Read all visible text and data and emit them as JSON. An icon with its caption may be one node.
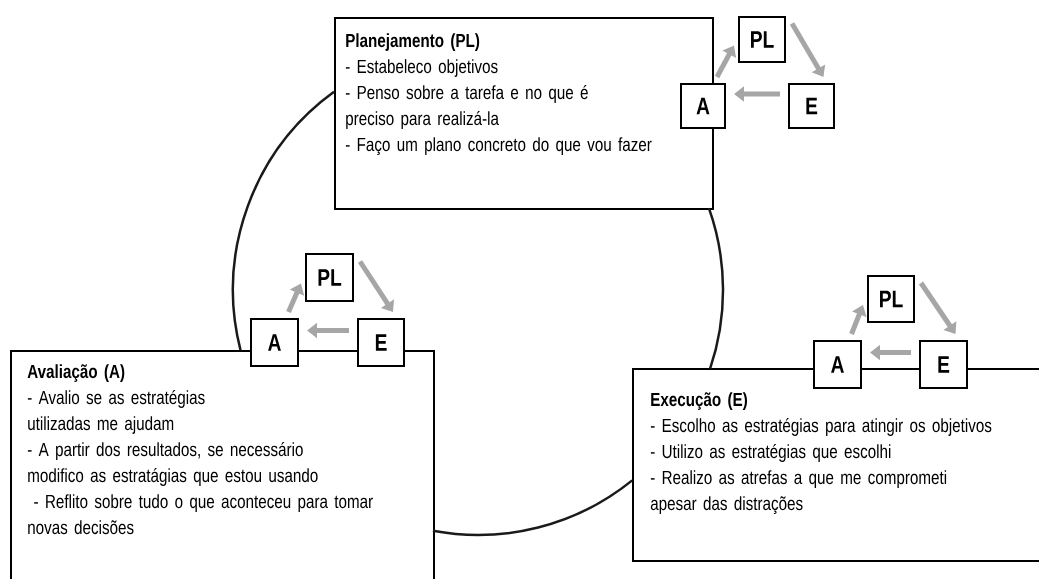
{
  "diagram": {
    "nodes": [
      {
        "text": [
          "Planejamento (PL)",
          "- Estabeleco objetivos",
          "- Penso sobre a tarefa e no que é preciso para realizá-la",
          "- Faço um plano concreto do que vou fazer"
        ]
      },
      {
        "text": [
          "PL"
        ]
      },
      {
        "text": [
          "A"
        ]
      },
      {
        "text": [
          "E"
        ]
      },
      {
        "text": [
          "Avaliação (A)",
          "- Avalio se as estratégias utilizadas me ajudam",
          "- A partir dos resultados, se necessário modifico as estratágias que estou usando",
          " - Reflito sobre tudo o que aconteceu para tomar novas decisões"
        ]
      },
      {
        "text": [
          "PL"
        ]
      },
      {
        "text": [
          "A"
        ]
      },
      {
        "text": [
          "E"
        ]
      },
      {
        "text": [
          "Execução (E)",
          "- Escolho as estratégias para atingir os objetivos",
          "- Utilizo as estratégias que escolhi",
          "- Realizo as atrefas a que me comprometi apesar das distrações"
        ]
      },
      {
        "text": [
          "PL"
        ]
      },
      {
        "text": [
          "A"
        ]
      },
      {
        "text": [
          "E"
        ]
      }
    ],
    "edges": [
      {
        "from": 0,
        "to": 4,
        "arrow": "none",
        "color": "#1a1a1a"
      },
      {
        "from": 4,
        "to": 8,
        "arrow": "none",
        "color": "#1a1a1a"
      },
      {
        "from": 0,
        "to": 8,
        "arrow": "none",
        "color": "#1a1a1a"
      },
      {
        "from": 2,
        "to": 1,
        "arrow": "to",
        "color": "#a6a6a6"
      },
      {
        "from": 1,
        "to": 3,
        "arrow": "to",
        "color": "#a6a6a6"
      },
      {
        "from": 3,
        "to": 2,
        "arrow": "to",
        "color": "#a6a6a6"
      },
      {
        "from": 6,
        "to": 5,
        "arrow": "to",
        "color": "#a6a6a6"
      },
      {
        "from": 5,
        "to": 7,
        "arrow": "to",
        "color": "#a6a6a6"
      },
      {
        "from": 7,
        "to": 6,
        "arrow": "to",
        "color": "#a6a6a6"
      },
      {
        "from": 10,
        "to": 9,
        "arrow": "to",
        "color": "#a6a6a6"
      },
      {
        "from": 9,
        "to": 11,
        "arrow": "to",
        "color": "#a6a6a6"
      },
      {
        "from": 11,
        "to": 10,
        "arrow": "to",
        "color": "#a6a6a6"
      }
    ]
  }
}
